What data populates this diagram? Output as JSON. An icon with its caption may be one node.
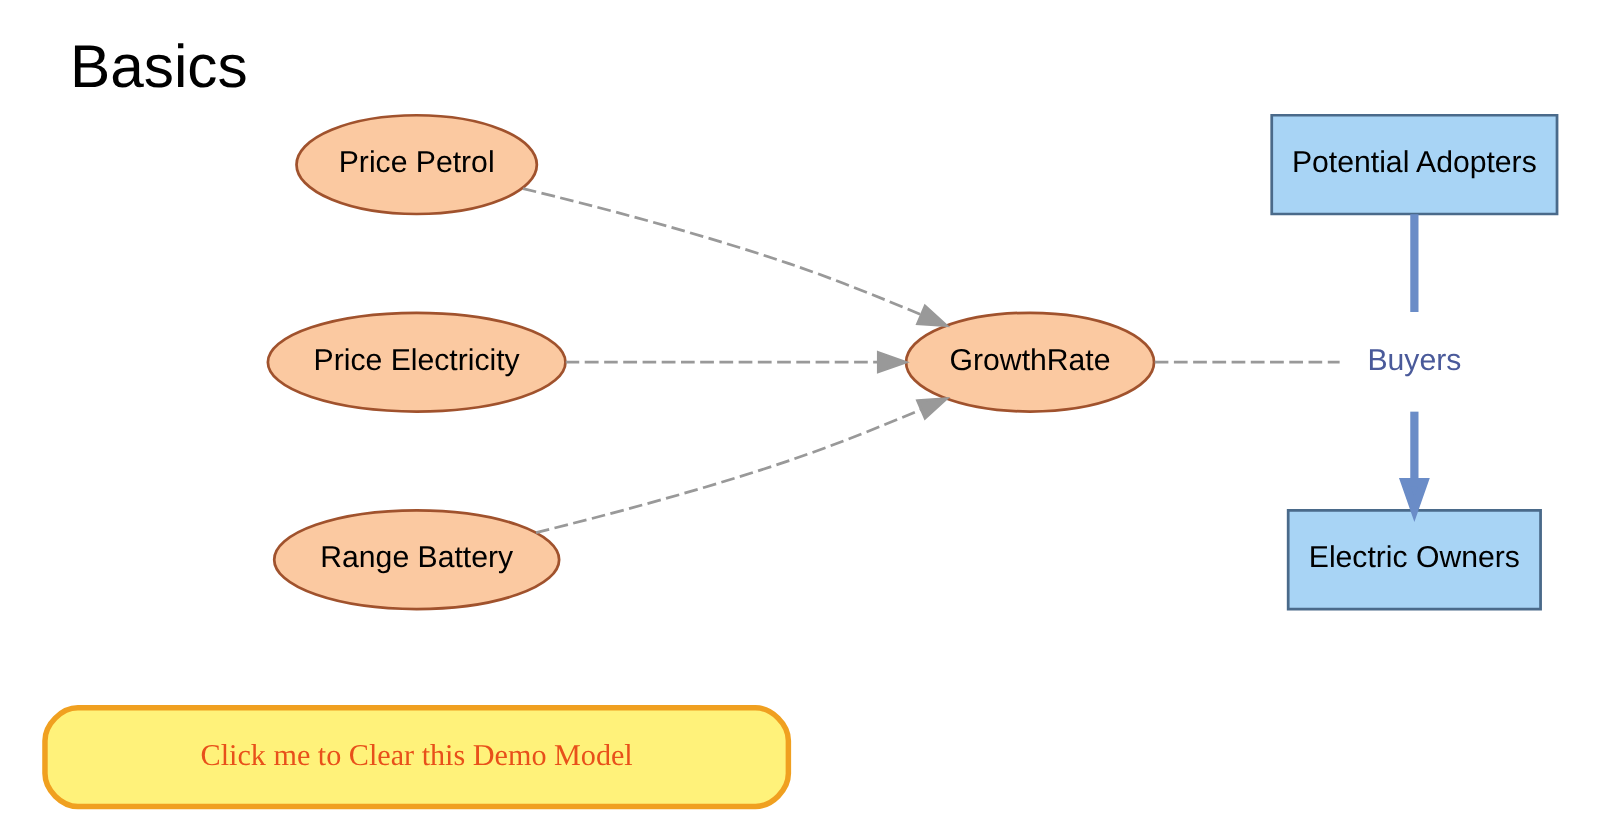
{
  "diagram": {
    "title": "Basics",
    "nodes": [
      {
        "text": [
          "Click me to Clear this Demo Model"
        ]
      },
      {
        "text": [
          "Price Petrol"
        ]
      },
      {
        "text": [
          "Price Electricity"
        ]
      },
      {
        "text": [
          "Range Battery"
        ]
      },
      {
        "text": [
          "GrowthRate"
        ]
      },
      {
        "text": [
          "Potential Adopters"
        ]
      },
      {
        "text": [
          "Buyers"
        ]
      },
      {
        "text": [
          "Electric Owners"
        ]
      }
    ],
    "edges": [
      {
        "from": 1,
        "to": 4,
        "arrow": "to",
        "style": "dashed"
      },
      {
        "from": 2,
        "to": 4,
        "arrow": "to",
        "style": "dashed"
      },
      {
        "from": 3,
        "to": 4,
        "arrow": "to",
        "style": "dashed"
      },
      {
        "from": 4,
        "to": 6,
        "arrow": "none",
        "style": "dashed"
      },
      {
        "from": 5,
        "to": 6,
        "arrow": "none",
        "style": "thick",
        "color": "#6a8cc7"
      },
      {
        "from": 6,
        "to": 7,
        "arrow": "to",
        "style": "thick",
        "color": "#6a8cc7"
      }
    ]
  }
}
